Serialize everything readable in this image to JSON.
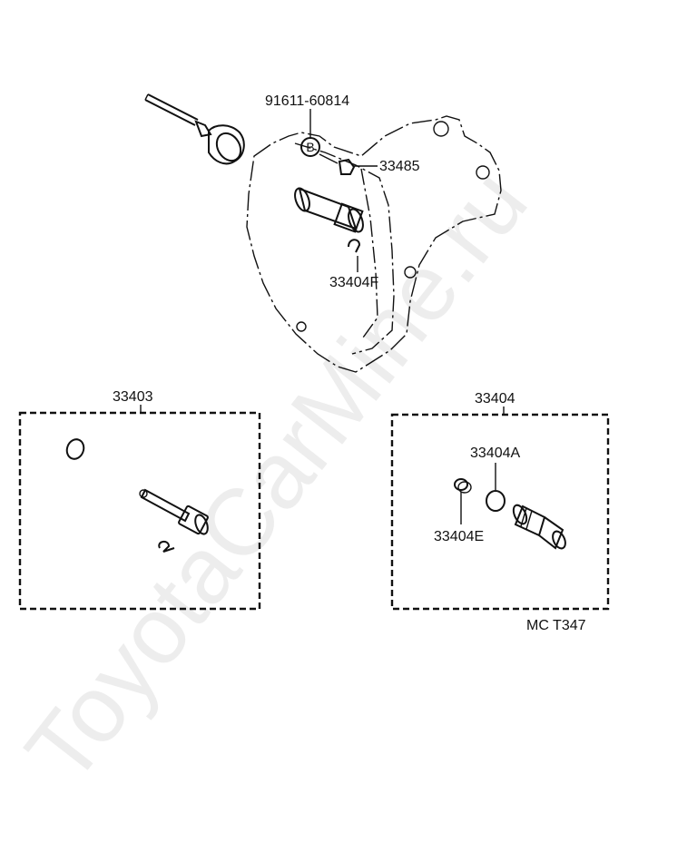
{
  "labels": {
    "bolt": "91611-60814",
    "bolt_marker": "B",
    "clip": "33485",
    "snap": "33404F",
    "kit_left": "33403",
    "kit_right": "33404",
    "oring": "33404A",
    "retainer": "33404E",
    "figure_code": "MC  T347"
  },
  "watermark": "ToyotaCarMine.ru"
}
